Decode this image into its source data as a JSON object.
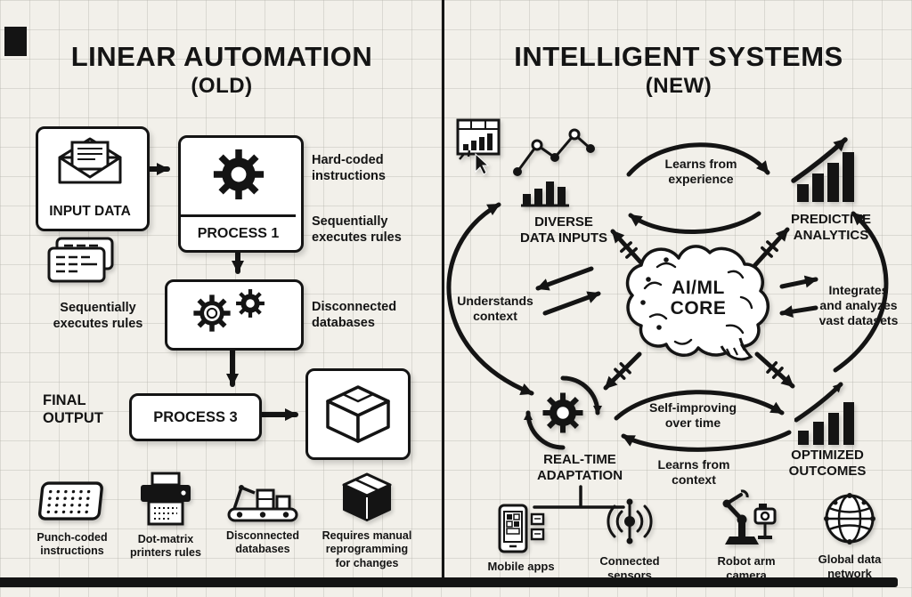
{
  "colors": {
    "ink": "#141414",
    "paper": "#f2f0ea"
  },
  "left": {
    "title": "LINEAR AUTOMATION",
    "subtitle": "(OLD)",
    "input_box": "INPUT DATA",
    "process1": "PROCESS 1",
    "process3": "PROCESS 3",
    "final_output": "FINAL\nOUTPUT",
    "label_hard_coded": "Hard-coded\ninstructions",
    "label_seq_right": "Sequentially\nexecutes rules",
    "label_seq_left": "Sequentially\nexecutes rules",
    "label_disconnected": "Disconnected\ndatabases",
    "footer": [
      {
        "icon": "punch-card-icon",
        "label": "Punch-coded\ninstructions"
      },
      {
        "icon": "dot-matrix-printer-icon",
        "label": "Dot-matrix\nprinters rules"
      },
      {
        "icon": "conveyor-icon",
        "label": "Disconnected\ndatabases"
      },
      {
        "icon": "cardboard-box-icon",
        "label": "Requires manual\nreprogramming\nfor changes"
      }
    ]
  },
  "right": {
    "title": "INTELLIGENT SYSTEMS",
    "subtitle": "(NEW)",
    "core": "AI/ML\nCORE",
    "node_inputs": "DIVERSE\nDATA INPUTS",
    "node_predictive": "PREDICTIVE\nANALYTICS",
    "node_adaptation": "REAL-TIME\nADAPTATION",
    "node_outcomes": "OPTIMIZED\nOUTCOMES",
    "label_experience": "Learns from\nexperience",
    "label_context": "Understands\ncontext",
    "label_integrates": "Integrates\nand analyzes\nvast datasets",
    "label_self_improving": "Self-improving\nover time",
    "label_learns_context": "Learns from\ncontext",
    "footer": [
      {
        "icon": "mobile-apps-icon",
        "label": "Mobile apps"
      },
      {
        "icon": "connected-sensors-icon",
        "label": "Connected\nsensors"
      },
      {
        "icon": "robot-arm-camera-icon",
        "label": "Robot arm\ncamera"
      },
      {
        "icon": "global-data-network-icon",
        "label": "Global data\nnetwork"
      }
    ]
  }
}
